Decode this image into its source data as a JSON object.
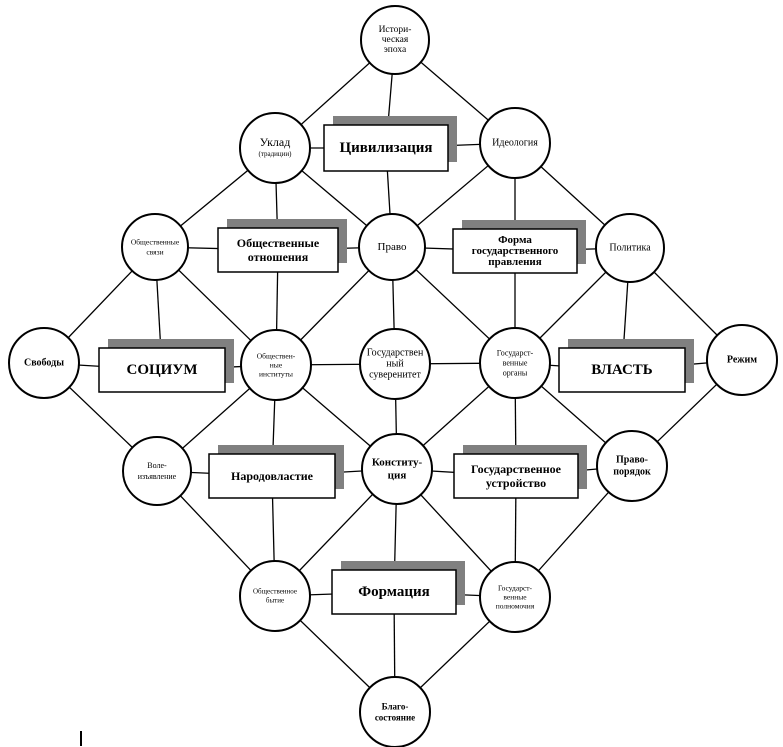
{
  "diagram": {
    "nodes": [
      {
        "id": "epoch",
        "shape": "circle",
        "lines": [
          "Истори-",
          "ческая",
          "эпоха"
        ]
      },
      {
        "id": "uklad",
        "shape": "circle",
        "lines": [
          "Уклад",
          "(традиции)"
        ]
      },
      {
        "id": "ideology",
        "shape": "circle",
        "lines": [
          "Идеология"
        ]
      },
      {
        "id": "civilization",
        "shape": "box",
        "lines": [
          "Цивилизация"
        ]
      },
      {
        "id": "social_ties",
        "shape": "circle",
        "lines": [
          "Общественные",
          "связи"
        ]
      },
      {
        "id": "social_relations",
        "shape": "box",
        "lines": [
          "Общественные",
          "отношения"
        ]
      },
      {
        "id": "law",
        "shape": "circle",
        "lines": [
          "Право"
        ]
      },
      {
        "id": "form_gov",
        "shape": "box",
        "lines": [
          "Форма",
          "государственного",
          "правления"
        ]
      },
      {
        "id": "politics",
        "shape": "circle",
        "lines": [
          "Политика"
        ]
      },
      {
        "id": "freedoms",
        "shape": "circle",
        "lines": [
          "Свободы"
        ]
      },
      {
        "id": "socium",
        "shape": "box",
        "lines": [
          "СОЦИУМ"
        ]
      },
      {
        "id": "social_inst",
        "shape": "circle",
        "lines": [
          "Обществен-",
          "ные",
          "институты"
        ]
      },
      {
        "id": "sovereignty",
        "shape": "circle",
        "lines": [
          "Государствен",
          "ный",
          "суверенитет"
        ]
      },
      {
        "id": "state_organs",
        "shape": "circle",
        "lines": [
          "Государст-",
          "венные",
          "органы"
        ]
      },
      {
        "id": "power",
        "shape": "box",
        "lines": [
          "ВЛАСТЬ"
        ]
      },
      {
        "id": "regime",
        "shape": "circle",
        "lines": [
          "Режим"
        ]
      },
      {
        "id": "will",
        "shape": "circle",
        "lines": [
          "Воле-",
          "изъявление"
        ]
      },
      {
        "id": "democracy",
        "shape": "box",
        "lines": [
          "Народовластие"
        ]
      },
      {
        "id": "constitution",
        "shape": "circle",
        "lines": [
          "Конститу-",
          "ция"
        ]
      },
      {
        "id": "state_structure",
        "shape": "box",
        "lines": [
          "Государственное",
          "устройство"
        ]
      },
      {
        "id": "law_order",
        "shape": "circle",
        "lines": [
          "Право-",
          "порядок"
        ]
      },
      {
        "id": "social_being",
        "shape": "circle",
        "lines": [
          "Общественное",
          "бытие"
        ]
      },
      {
        "id": "formation",
        "shape": "box",
        "lines": [
          "Формация"
        ]
      },
      {
        "id": "state_powers",
        "shape": "circle",
        "lines": [
          "Государст-",
          "венные",
          "полномочия"
        ]
      },
      {
        "id": "welfare",
        "shape": "circle",
        "lines": [
          "Благо-",
          "состояние"
        ]
      }
    ],
    "edges": [
      [
        "epoch",
        "uklad"
      ],
      [
        "epoch",
        "ideology"
      ],
      [
        "epoch",
        "civilization"
      ],
      [
        "uklad",
        "social_ties"
      ],
      [
        "uklad",
        "social_relations"
      ],
      [
        "uklad",
        "law"
      ],
      [
        "uklad",
        "civilization"
      ],
      [
        "ideology",
        "law"
      ],
      [
        "ideology",
        "form_gov"
      ],
      [
        "ideology",
        "politics"
      ],
      [
        "ideology",
        "civilization"
      ],
      [
        "civilization",
        "law"
      ],
      [
        "social_ties",
        "freedoms"
      ],
      [
        "social_ties",
        "socium"
      ],
      [
        "social_ties",
        "social_inst"
      ],
      [
        "social_ties",
        "social_relations"
      ],
      [
        "social_relations",
        "law"
      ],
      [
        "social_relations",
        "social_inst"
      ],
      [
        "law",
        "form_gov"
      ],
      [
        "law",
        "social_inst"
      ],
      [
        "law",
        "state_organs"
      ],
      [
        "law",
        "sovereignty"
      ],
      [
        "form_gov",
        "politics"
      ],
      [
        "form_gov",
        "state_organs"
      ],
      [
        "politics",
        "state_organs"
      ],
      [
        "politics",
        "power"
      ],
      [
        "politics",
        "regime"
      ],
      [
        "freedoms",
        "socium"
      ],
      [
        "freedoms",
        "will"
      ],
      [
        "socium",
        "social_inst"
      ],
      [
        "social_inst",
        "sovereignty"
      ],
      [
        "social_inst",
        "will"
      ],
      [
        "social_inst",
        "democracy"
      ],
      [
        "social_inst",
        "constitution"
      ],
      [
        "sovereignty",
        "state_organs"
      ],
      [
        "sovereignty",
        "constitution"
      ],
      [
        "state_organs",
        "power"
      ],
      [
        "state_organs",
        "constitution"
      ],
      [
        "state_organs",
        "state_structure"
      ],
      [
        "state_organs",
        "law_order"
      ],
      [
        "power",
        "regime"
      ],
      [
        "regime",
        "law_order"
      ],
      [
        "will",
        "democracy"
      ],
      [
        "will",
        "social_being"
      ],
      [
        "democracy",
        "constitution"
      ],
      [
        "democracy",
        "social_being"
      ],
      [
        "constitution",
        "state_structure"
      ],
      [
        "constitution",
        "social_being"
      ],
      [
        "constitution",
        "state_powers"
      ],
      [
        "constitution",
        "formation"
      ],
      [
        "state_structure",
        "law_order"
      ],
      [
        "state_structure",
        "state_powers"
      ],
      [
        "law_order",
        "state_powers"
      ],
      [
        "social_being",
        "formation"
      ],
      [
        "social_being",
        "welfare"
      ],
      [
        "state_powers",
        "formation"
      ],
      [
        "state_powers",
        "welfare"
      ],
      [
        "formation",
        "welfare"
      ]
    ]
  }
}
